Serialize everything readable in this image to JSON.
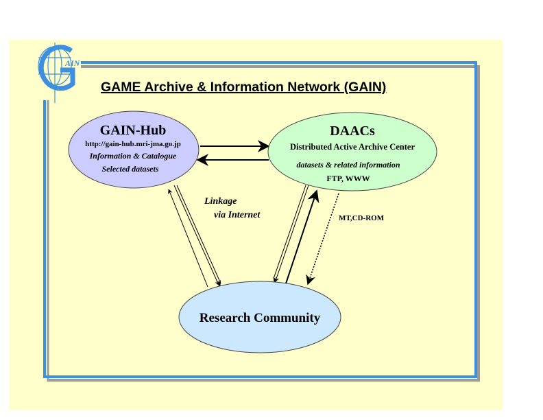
{
  "title": "GAME Archive & Information Network (GAIN)",
  "logo": {
    "letter": "G",
    "text": "AIN"
  },
  "colors": {
    "background": "#ffffcc",
    "frame_blue": "#3d8fe0",
    "frame_shadow": "#9a9a9a",
    "hub_fill": "#ccccff",
    "daac_fill": "#ccffcc",
    "community_fill": "#cce8ff"
  },
  "nodes": {
    "hub": {
      "title": "GAIN-Hub",
      "url": "http://gain-hub.mri-jma.go.jp",
      "line1": "Information & Catalogue",
      "line2": "Selected datasets"
    },
    "daacs": {
      "title": "DAACs",
      "subtitle": "Distributed Active Archive Center",
      "line1": "datasets & related information",
      "line2": "FTP, WWW"
    },
    "community": {
      "title": "Research Community"
    }
  },
  "labels": {
    "linkage_1": "Linkage",
    "linkage_2": "via Internet",
    "media": "MT,CD-ROM"
  },
  "edges": [
    {
      "from": "hub",
      "to": "daacs",
      "style": "solid"
    },
    {
      "from": "daacs",
      "to": "hub",
      "style": "solid"
    },
    {
      "from": "community",
      "to": "hub",
      "style": "thin"
    },
    {
      "from": "hub",
      "to": "community",
      "style": "double"
    },
    {
      "from": "daacs",
      "to": "community",
      "style": "double"
    },
    {
      "from": "community",
      "to": "daacs",
      "style": "bold"
    },
    {
      "from": "daacs",
      "to": "community",
      "style": "dotted",
      "label": "MT,CD-ROM"
    }
  ]
}
